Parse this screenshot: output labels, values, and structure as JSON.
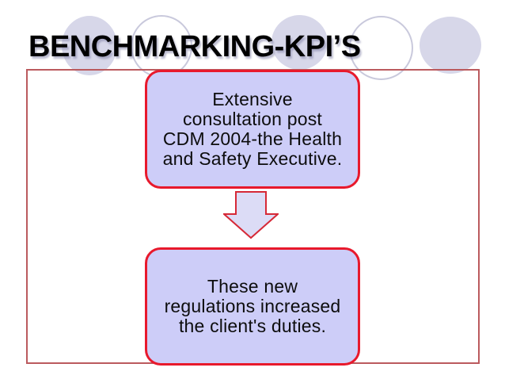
{
  "slide": {
    "title": "BENCHMARKING-KPI’S",
    "diagram": {
      "box1": {
        "lines": [
          "Extensive",
          "consultation post",
          "CDM 2004-the Health",
          "and Safety Executive."
        ]
      },
      "connector": "down-arrow",
      "box2": {
        "lines": [
          "These new",
          "regulations increased",
          "the client's duties."
        ]
      }
    },
    "decoration": {
      "circle_count": 5,
      "circle_styles": [
        "filled",
        "outlined",
        "filled",
        "outlined",
        "filled"
      ]
    },
    "colors": {
      "box_fill": "#cdcdf8",
      "box_border": "#e8192c",
      "arrow_fill": "#dcdcf6",
      "arrow_border": "#d62937",
      "frame_border": "#bb5a5e",
      "circle_fill": "#d7d7e9",
      "circle_outline": "#c9c9dc",
      "title_color": "#000000",
      "background": "#ffffff"
    }
  }
}
